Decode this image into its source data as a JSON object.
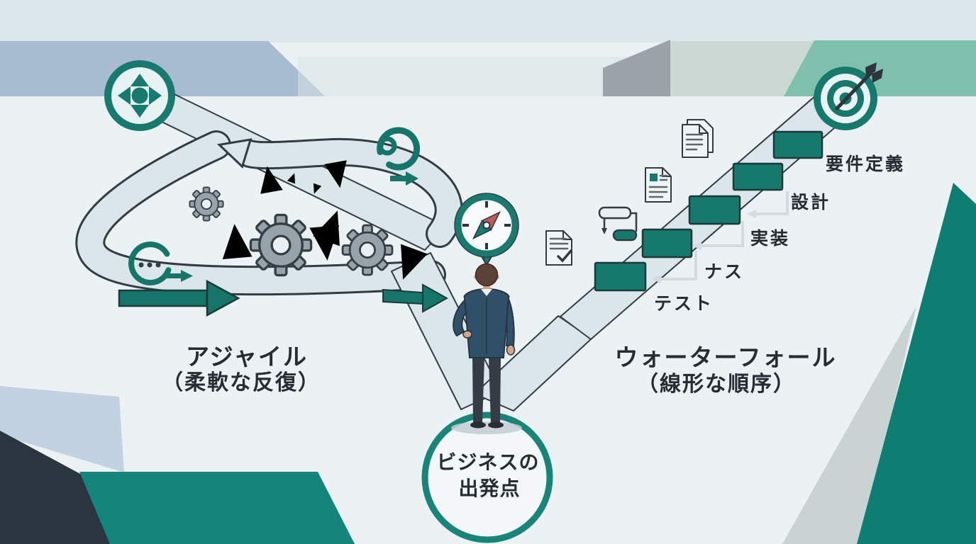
{
  "labels": {
    "agile": {
      "title": "アジャイル",
      "subtitle": "（柔軟な反復）"
    },
    "waterfall": {
      "title": "ウォーターフォール",
      "subtitle": "（線形な順序）",
      "steps": [
        "要件定義",
        "設計",
        "実装",
        "ナス",
        "テスト"
      ]
    },
    "start": {
      "line1": "ビジネスの",
      "line2": "出発点"
    }
  },
  "icons": {
    "dpad": "move-dpad-icon",
    "target": "target-with-arrow-icon",
    "compass": "compass-bubble-icon",
    "gears": "gear-icon",
    "loops": "iteration-loop-arrow-icon",
    "sprint": "sprint-cycle-icon",
    "documents": "document-icon",
    "flowchart": "mini-flow-icon"
  },
  "colors": {
    "teal_primary": "#15756b",
    "teal_step": "#15796d",
    "teal_ring": "#17857a",
    "dark_outline": "#313c44",
    "suit_navy": "#30506a",
    "text_dark": "#262c33",
    "band_bluegray": "#a7bbd1",
    "band_green": "#7fc0ad",
    "bg_light": "#ecf1f4",
    "wedge_dark": "#2b3540",
    "wedge_teal_bottom": "#13857a",
    "needle_red": "#c25b5b"
  }
}
